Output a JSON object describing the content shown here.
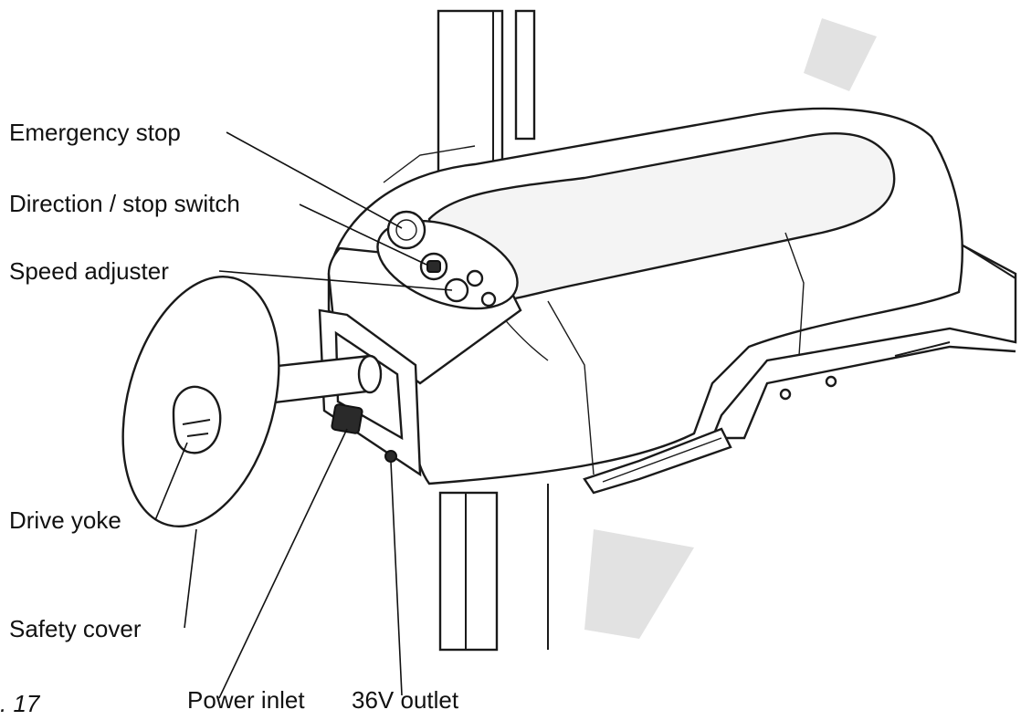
{
  "figure": {
    "number": ". 17",
    "callouts": {
      "emergency_stop": "Emergency stop",
      "direction_stop_switch": "Direction / stop switch",
      "speed_adjuster": "Speed adjuster",
      "drive_yoke": "Drive yoke",
      "safety_cover": "Safety cover",
      "power_inlet": "Power inlet",
      "outlet_36v": "36V outlet"
    }
  },
  "colors": {
    "line": "#1a1a1a",
    "background": "#ffffff",
    "mark": "#e2e2e2"
  }
}
